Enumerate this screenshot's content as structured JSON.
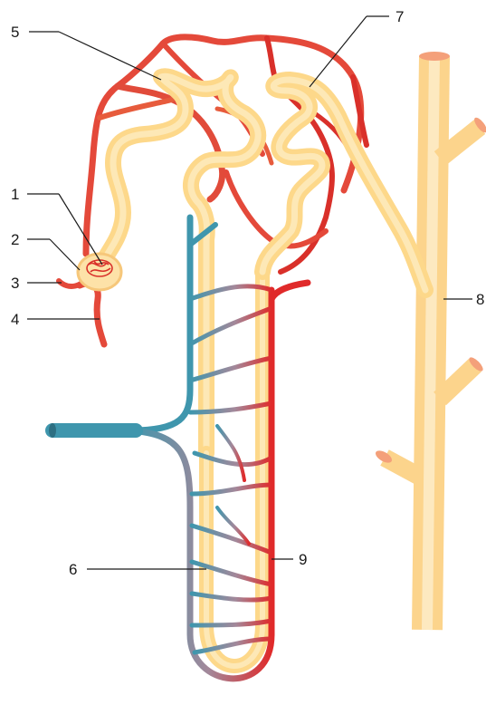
{
  "diagram": {
    "labels": [
      {
        "id": "1",
        "text": "1"
      },
      {
        "id": "2",
        "text": "2"
      },
      {
        "id": "3",
        "text": "3"
      },
      {
        "id": "4",
        "text": "4"
      },
      {
        "id": "5",
        "text": "5"
      },
      {
        "id": "6",
        "text": "6"
      },
      {
        "id": "7",
        "text": "7"
      },
      {
        "id": "8",
        "text": "8"
      },
      {
        "id": "9",
        "text": "9"
      }
    ],
    "colors": {
      "tubule": "#fdd88a",
      "tubule_core": "#fde8b6",
      "artery": "#e02a2a",
      "arteriole": "#ea5a3a",
      "vein": "#3f96ad",
      "collecting_duct": "#fce0a8",
      "background": "#ffffff"
    }
  }
}
